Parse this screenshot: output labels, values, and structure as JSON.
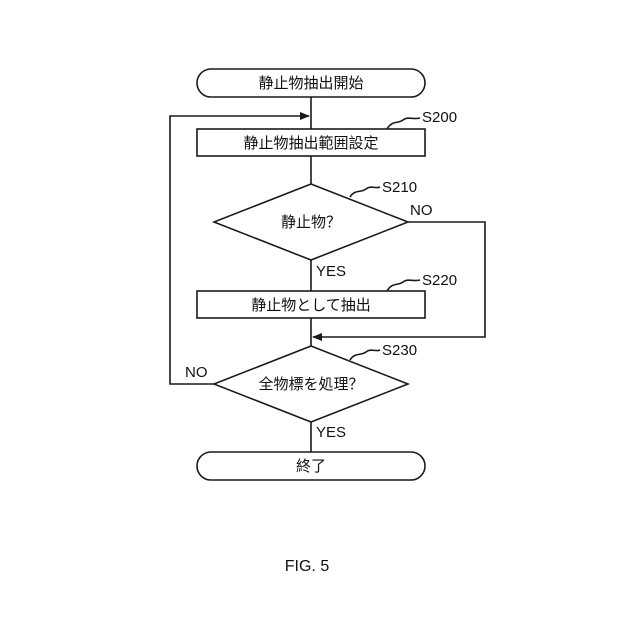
{
  "diagram": {
    "start": "静止物抽出開始",
    "set_range": "静止物抽出範囲設定",
    "decision_static": "静止物？",
    "extract": "静止物として抽出",
    "decision_all": "全物標を処理？",
    "end": "終了"
  },
  "steps": {
    "s200": "S200",
    "s210": "S210",
    "s220": "S220",
    "s230": "S230"
  },
  "branches": {
    "s210_yes": "YES",
    "s210_no": "NO",
    "s230_yes": "YES",
    "s230_no": "NO"
  },
  "figure_label": "FIG. 5"
}
